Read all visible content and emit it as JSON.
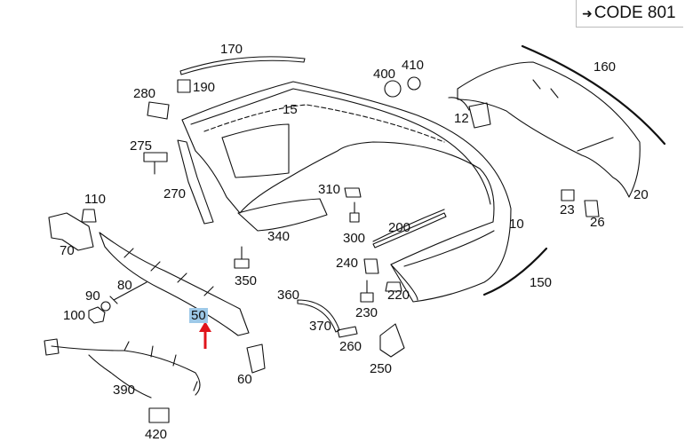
{
  "code_label": "CODE 801",
  "code_arrow_icon": "right-arrow-icon",
  "highlighted_part": "50",
  "pointer_color": "#e0141b",
  "highlight_color": "#9ec9e8",
  "labels": {
    "p10": "10",
    "p12": "12",
    "p15": "15",
    "p20": "20",
    "p23": "23",
    "p26": "26",
    "p50": "50",
    "p60": "60",
    "p70": "70",
    "p80": "80",
    "p90": "90",
    "p100": "100",
    "p110": "110",
    "p150": "150",
    "p160": "160",
    "p170": "170",
    "p190": "190",
    "p200": "200",
    "p220": "220",
    "p230": "230",
    "p240": "240",
    "p250": "250",
    "p260": "260",
    "p270": "270",
    "p275": "275",
    "p280": "280",
    "p300": "300",
    "p310": "310",
    "p340": "340",
    "p350": "350",
    "p360": "360",
    "p370": "370",
    "p390": "390",
    "p400": "400",
    "p410": "410",
    "p420": "420"
  }
}
